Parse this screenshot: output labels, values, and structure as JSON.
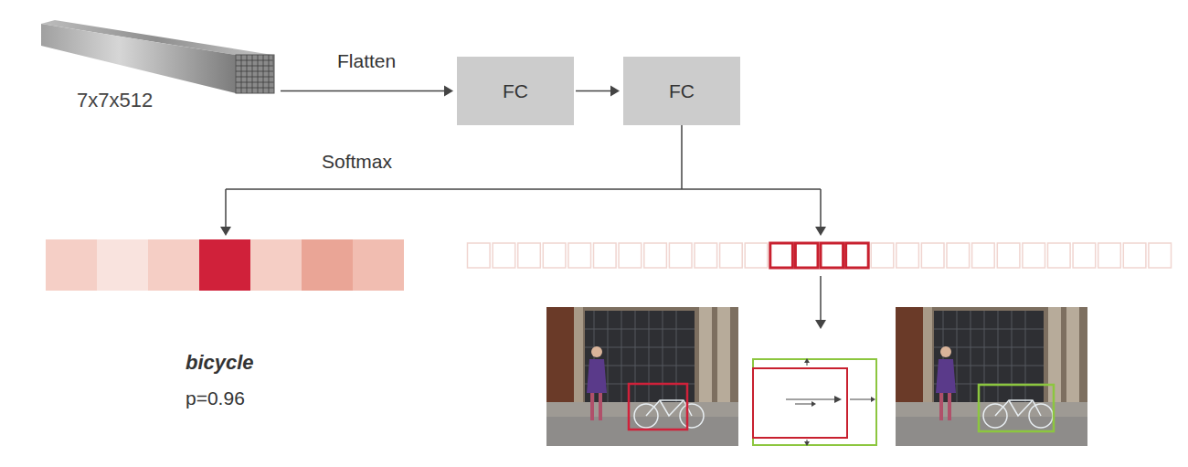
{
  "diagram": {
    "nodes": [
      {
        "text": [
          "7x7x512"
        ]
      },
      {
        "text": [
          "FC"
        ]
      },
      {
        "text": [
          "FC"
        ]
      }
    ],
    "edges": [
      {
        "from": 0,
        "to": 1,
        "arrow": "to",
        "label": "Flatten"
      },
      {
        "from": 1,
        "to": 2,
        "arrow": "to"
      }
    ],
    "labels": [
      "Softmax",
      "bicycle",
      "p=0.96"
    ]
  }
}
